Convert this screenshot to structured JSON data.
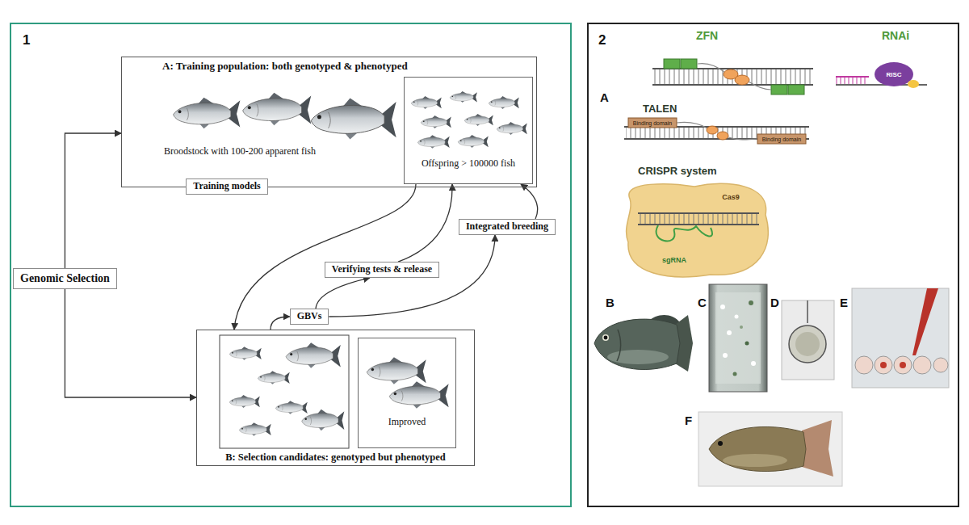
{
  "diagram": {
    "nodes": [
      {
        "text": [
          "1"
        ]
      },
      {
        "text": [
          "A: Training population: both genotyped & phenotyped",
          "Broodstock with 100-200 apparent fish"
        ],
        "in": 0
      },
      {
        "text": [
          "Offspring > 100000 fish"
        ],
        "in": 1
      },
      {
        "text": [
          "Training models"
        ],
        "in": 0
      },
      {
        "text": [
          "Genomic Selection"
        ],
        "in": 0
      },
      {
        "text": [
          "Integrated breeding"
        ],
        "in": 0
      },
      {
        "text": [
          "Verifying tests & release"
        ],
        "in": 0
      },
      {
        "text": [
          "GBVs"
        ],
        "in": 0
      },
      {
        "text": [
          "B: Selection candidates: genotyped but phenotyped"
        ],
        "in": 0
      },
      {
        "text": [
          "Improved"
        ],
        "in": 8
      },
      {
        "text": [
          "2"
        ]
      }
    ],
    "edges": [
      {
        "from": 4,
        "to": 1,
        "arrow": "to"
      },
      {
        "from": 4,
        "to": 8,
        "arrow": "to"
      },
      {
        "from": 2,
        "to": 8,
        "arrow": "to"
      },
      {
        "from": 8,
        "to": 7,
        "arrow": "to"
      },
      {
        "from": 7,
        "to": 6,
        "arrow": "to"
      },
      {
        "from": 6,
        "to": 2,
        "arrow": "to"
      },
      {
        "from": 7,
        "to": 5,
        "arrow": "to"
      },
      {
        "from": 5,
        "to": 2,
        "arrow": "to"
      }
    ],
    "labels": [
      "A",
      "ZFN",
      "RNAi",
      "RISC",
      "TALEN",
      "Binding domain",
      "Binding domain",
      "CRISPR system",
      "Cas9",
      "sgRNA",
      "B",
      "C",
      "D",
      "E",
      "F"
    ]
  }
}
